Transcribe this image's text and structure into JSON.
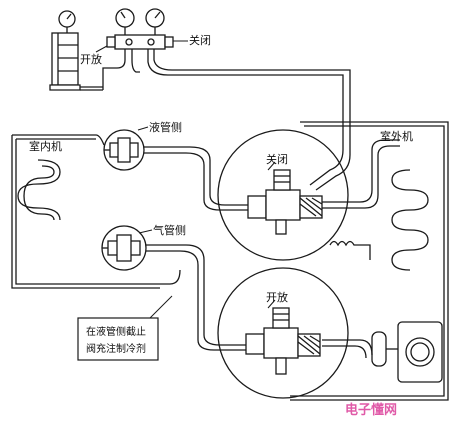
{
  "labels": {
    "gauge_open": "开放",
    "gauge_close": "关闭",
    "indoor_unit": "室内机",
    "outdoor_unit": "室外机",
    "liquid_side": "液管侧",
    "gas_side": "气管侧",
    "upper_valve_state": "关闭",
    "lower_valve_state": "开放",
    "note_line1": "在液管侧截止",
    "note_line2": "阀充注制冷剂",
    "watermark": "电子懂网"
  },
  "colors": {
    "line": "#1a1a1a",
    "accent_pink": "#e05aa8",
    "accent_gold": "#d4a017"
  }
}
